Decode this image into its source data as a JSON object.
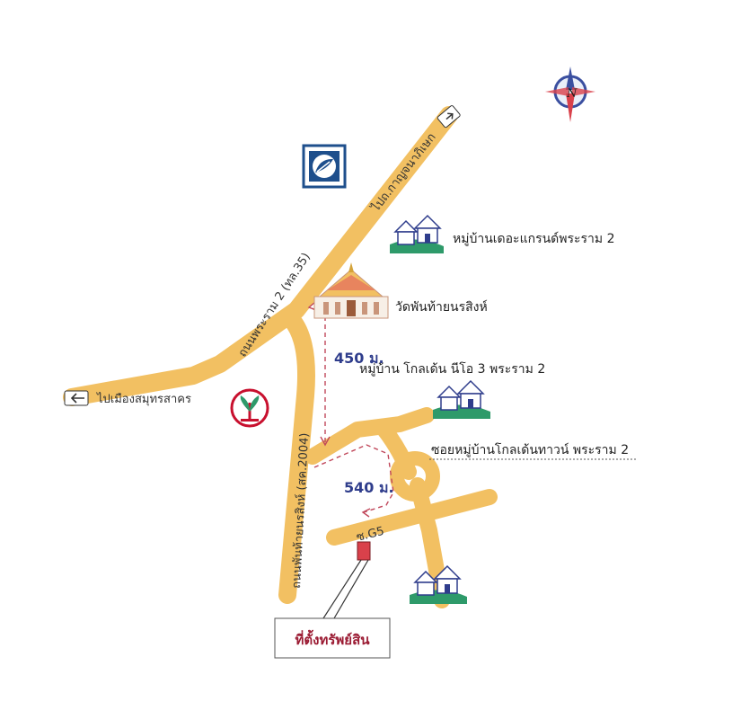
{
  "labels": {
    "road_to_kanchanaphisek": "ไปถ.กาญจนาภิเษก",
    "road_rama2": "ถนนพระราม 2 (ทล.35)",
    "road_to_samut_sakhon": "ไปเมืองสมุทรสาคร",
    "road_phanthai": "ถนนพันท้ายนรสิงห์ (สค.2004)",
    "soi_g5": "ซ.G5",
    "village_grand": "หมู่บ้านเดอะแกรนด์พระราม 2",
    "temple": "วัดพันท้ายนรสิงห์",
    "village_golden_neo": "หมู่บ้าน โกลเด้น นีโอ 3 พระราม 2",
    "soi_golden_town": "ซอยหมู่บ้านโกลเด้นทาวน์  พระราม 2",
    "distance_1": "450 ม.",
    "distance_2": "540 ม.",
    "property": "ที่ตั้งทรัพย์สิน",
    "compass": "N"
  },
  "colors": {
    "road": "#f2c062",
    "route": "#c0475a",
    "distance": "#2f3d8c",
    "property_marker": "#d9414b",
    "house_green": "#2e9a6a",
    "bank_scb": "#1e4f8c",
    "bank_kbank": "#c8102e"
  },
  "icons": {
    "compass": "compass-rose-icon",
    "bank_top": "scb-bank-logo-icon",
    "bank_left": "kbank-logo-icon",
    "temple": "temple-icon",
    "house": "house-cluster-icon"
  }
}
